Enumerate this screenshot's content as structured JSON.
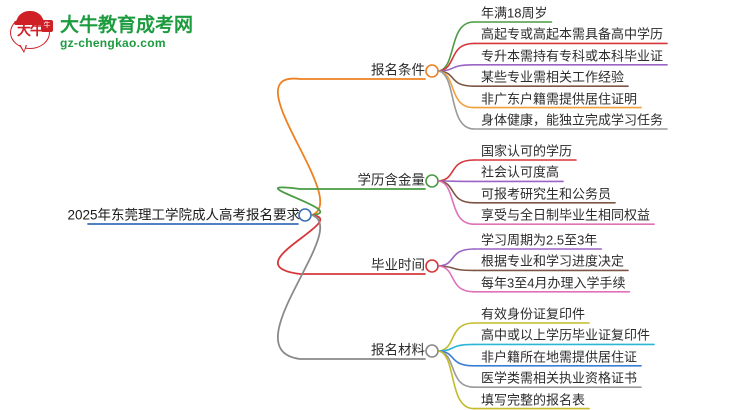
{
  "logo": {
    "mark_text": "大牛",
    "seal_text": "牛",
    "title": "大牛教育成考网",
    "subtitle": "gz-chengkao.com",
    "brand_green": "#1c9b3f",
    "brand_red": "#cf2026"
  },
  "mindmap": {
    "root": {
      "label": "2025年东莞理工学院成人高考报名要求",
      "color": "#3b6fb6"
    },
    "branches": [
      {
        "label": "报名条件",
        "color": "#ef8022",
        "children": [
          {
            "label": "年满18周岁",
            "color": "#4a9b42"
          },
          {
            "label": "高起专或高起本需具备高中学历",
            "color": "#d6373a"
          },
          {
            "label": "专升本需持有专科或本科毕业证",
            "color": "#9b63c4"
          },
          {
            "label": "某些专业需相关工作经验",
            "color": "#7d5645"
          },
          {
            "label": "非广东户籍需提供居住证明",
            "color": "#f2a03c"
          },
          {
            "label": "身体健康，能独立完成学习任务",
            "color": "#9a9a9a"
          }
        ]
      },
      {
        "label": "学历含金量",
        "color": "#4a9b42",
        "children": [
          {
            "label": "国家认可的学历",
            "color": "#d6373a"
          },
          {
            "label": "社会认可度高",
            "color": "#9b63c4"
          },
          {
            "label": "可报考研究生和公务员",
            "color": "#7d5645"
          },
          {
            "label": "享受与全日制毕业生相同权益",
            "color": "#e070b8"
          }
        ]
      },
      {
        "label": "毕业时间",
        "color": "#d6373a",
        "children": [
          {
            "label": "学习周期为2.5至3年",
            "color": "#9b63c4"
          },
          {
            "label": "根据专业和学习进度决定",
            "color": "#7d5645"
          },
          {
            "label": "每年3至4月办理入学手续",
            "color": "#e070b8"
          }
        ]
      },
      {
        "label": "报名材料",
        "color": "#8a8a8a",
        "children": [
          {
            "label": "有效身份证复印件",
            "color": "#c4bb2a"
          },
          {
            "label": "高中或以上学历毕业证复印件",
            "color": "#2bb5d6"
          },
          {
            "label": "非户籍所在地需提供居住证",
            "color": "#3b7fd4"
          },
          {
            "label": "医学类需相关执业资格证书",
            "color": "#9a9a9a"
          },
          {
            "label": "填写完整的报名表",
            "color": "#c4bb2a"
          }
        ]
      }
    ]
  }
}
